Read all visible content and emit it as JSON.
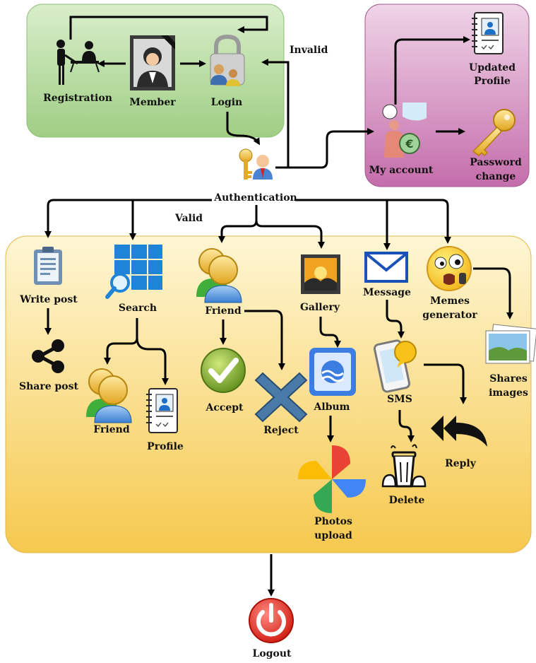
{
  "colors": {
    "green_panel": "#a9d48f",
    "green_panel_light": "#d4ecc3",
    "pink_panel": "#c779b0",
    "pink_panel_light": "#eccfe4",
    "yellow_panel": "#f6cf62",
    "yellow_panel_light": "#fdf2c4",
    "arrow": "#000000"
  },
  "nodes": {
    "registration": {
      "label": "Registration",
      "icon": "registration-icon"
    },
    "member": {
      "label": "Member",
      "icon": "member-portrait-icon"
    },
    "login": {
      "label": "Login",
      "icon": "lock-users-icon"
    },
    "authentication": {
      "label": "Authentication",
      "icon": "key-user-icon"
    },
    "my_account": {
      "label": "My account",
      "icon": "account-user-icon"
    },
    "updated_profile": {
      "label1": "Updated",
      "label2": "Profile",
      "icon": "profile-notebook-icon"
    },
    "password_change": {
      "label1": "Password",
      "label2": "change",
      "icon": "golden-key-icon"
    },
    "write_post": {
      "label": "Write post",
      "icon": "clipboard-icon"
    },
    "share_post": {
      "label": "Share post",
      "icon": "share-icon"
    },
    "search": {
      "label": "Search",
      "icon": "grid-search-icon"
    },
    "search_friend": {
      "label": "Friend",
      "icon": "friends-icon"
    },
    "search_profile": {
      "label": "Profile",
      "icon": "profile-notebook-icon"
    },
    "friend": {
      "label": "Friend",
      "icon": "friends-icon"
    },
    "accept": {
      "label": "Accept",
      "icon": "checkmark-icon"
    },
    "reject": {
      "label": "Reject",
      "icon": "x-cross-icon"
    },
    "gallery": {
      "label": "Gallery",
      "icon": "landscape-picture-icon"
    },
    "album": {
      "label": "Album",
      "icon": "album-icon"
    },
    "photos_upload": {
      "label1": "Photos",
      "label2": "upload",
      "icon": "pinwheel-icon"
    },
    "message": {
      "label": "Message",
      "icon": "envelope-icon"
    },
    "sms": {
      "label": "SMS",
      "icon": "phone-chat-icon"
    },
    "delete": {
      "label": "Delete",
      "icon": "trash-bin-icon"
    },
    "reply": {
      "label": "Reply",
      "icon": "reply-arrow-icon"
    },
    "memes": {
      "label1": "Memes",
      "label2": "generator",
      "icon": "emoji-face-icon"
    },
    "shares_images": {
      "label1": "Shares",
      "label2": "images",
      "icon": "photo-stack-icon"
    },
    "logout": {
      "label": "Logout",
      "icon": "power-button-icon"
    }
  },
  "edge_labels": {
    "invalid": "Invalid",
    "valid": "Valid"
  }
}
